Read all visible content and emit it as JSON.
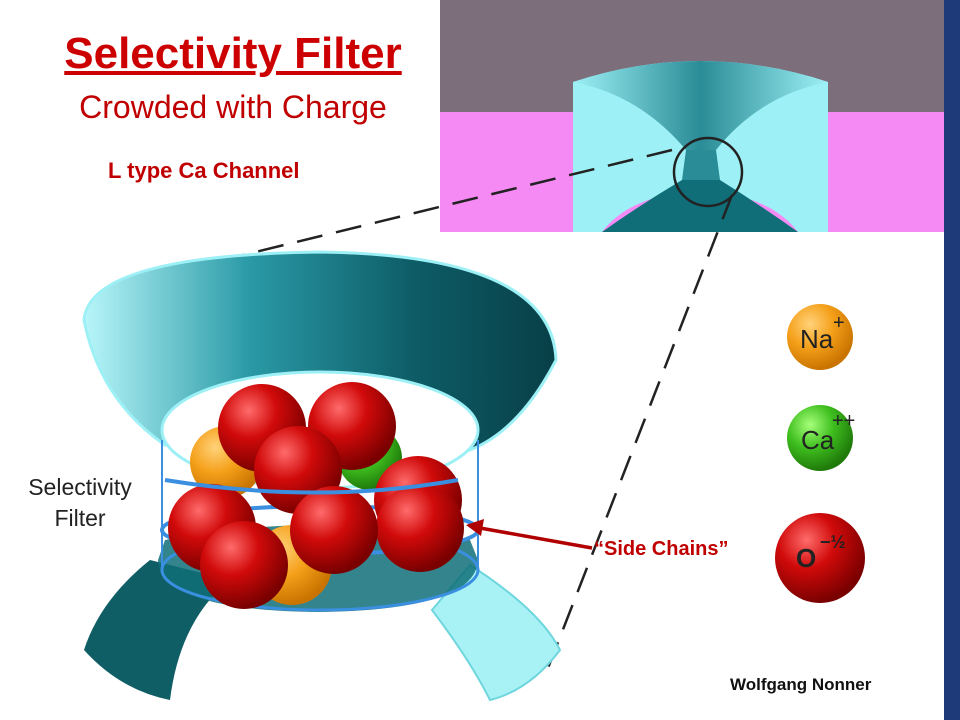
{
  "title": "Selectivity Filter",
  "subtitle": "Crowded with Charge",
  "channel_type": "L type Ca Channel",
  "filter_label_line1": "Selectivity",
  "filter_label_line2": "Filter",
  "side_chains_label": "“Side Chains”",
  "author": "Wolfgang Nonner",
  "ions": [
    {
      "symbol": "Na",
      "charge": "+",
      "color": "#f5a623"
    },
    {
      "symbol": "Ca",
      "charge": "++",
      "color": "#3fae1f"
    },
    {
      "symbol": "O",
      "charge": "−½",
      "color": "#b00000"
    }
  ],
  "colors": {
    "title_red": "#cc0000",
    "membrane_gray": "#7d6e7b",
    "membrane_pink": "#f58af5",
    "channel_cyan": "#9df0f5",
    "channel_teal": "#0f6e78",
    "side_bar": "#1f3a78"
  }
}
